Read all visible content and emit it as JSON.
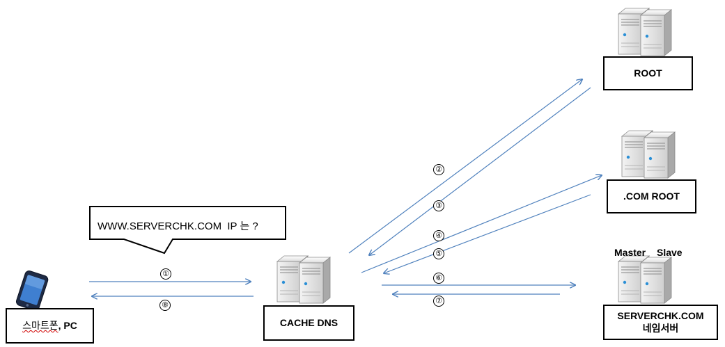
{
  "nodes": {
    "client": {
      "label_ko": "스마트폰",
      "label_rest": ", PC"
    },
    "cache_dns": {
      "label": "CACHE DNS"
    },
    "root": {
      "label": "ROOT"
    },
    "com_root": {
      "label": ".COM ROOT"
    },
    "nameserver": {
      "line1": "SERVERCHK.COM",
      "line2": "네임서버",
      "master_label": "Master",
      "slave_label": "Slave"
    }
  },
  "query_bubble": {
    "text": "WWW.SERVERCHK.COM  IP 는 ?"
  },
  "steps": [
    "①",
    "②",
    "③",
    "④",
    "⑤",
    "⑥",
    "⑦",
    "⑧"
  ],
  "colors": {
    "arrow": "#4f81bd",
    "border": "#000000"
  }
}
